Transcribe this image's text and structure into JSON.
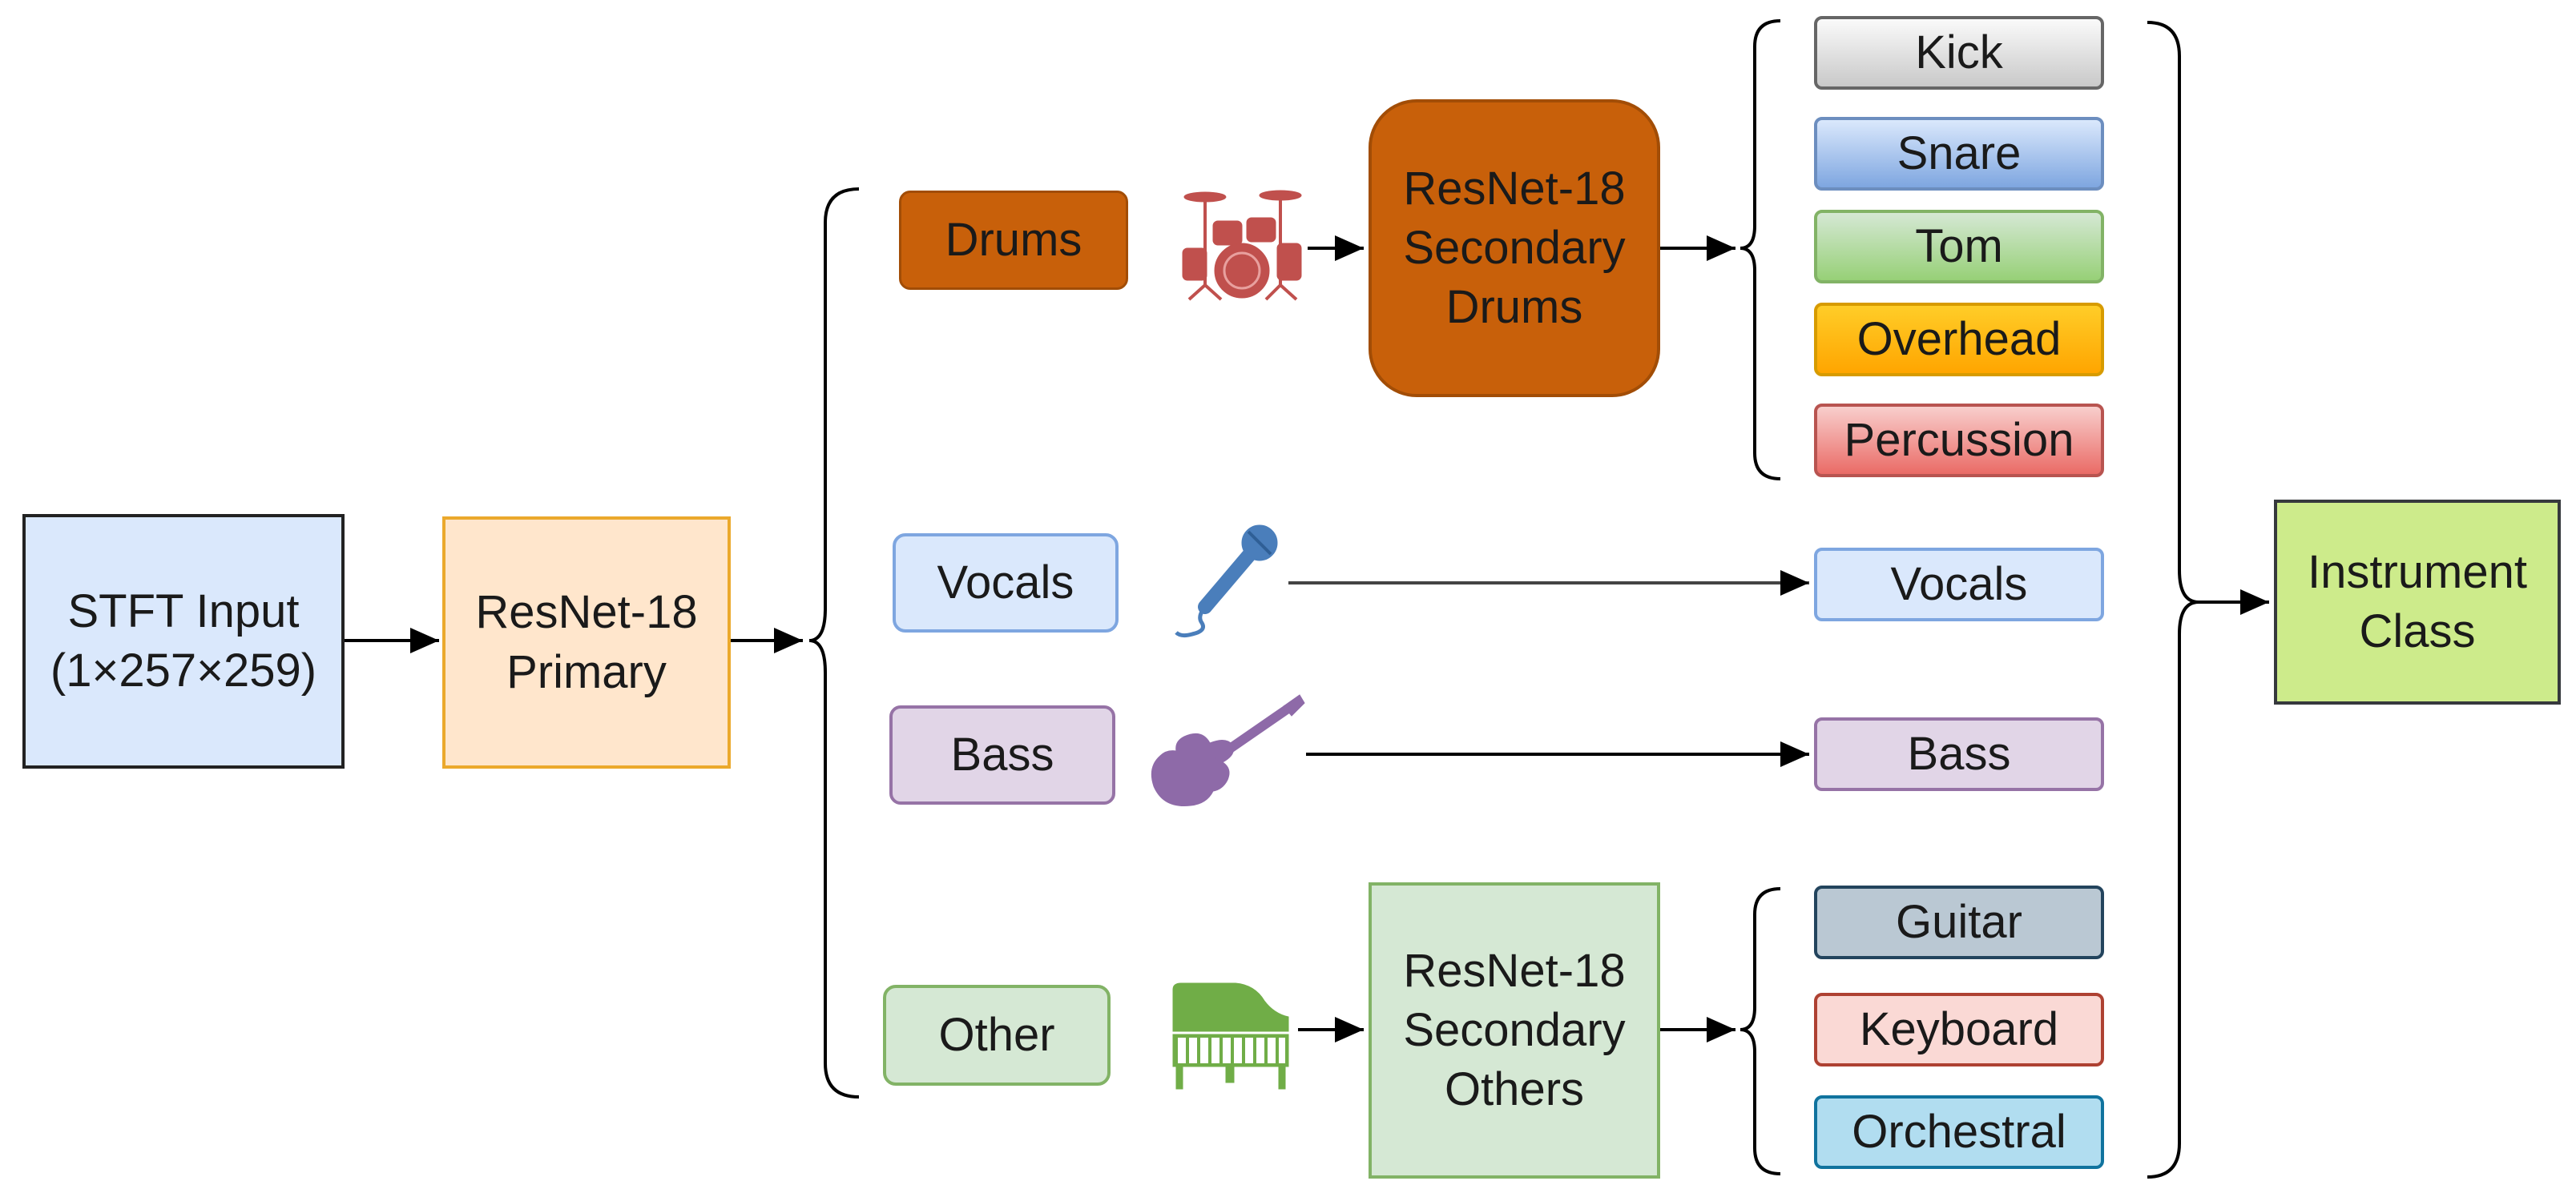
{
  "nodes": {
    "input": {
      "line1": "STFT Input",
      "line2": "(1×257×259)"
    },
    "primary": {
      "line1": "ResNet-18",
      "line2": "Primary"
    },
    "branches": {
      "drums": "Drums",
      "vocals": "Vocals",
      "bass": "Bass",
      "other": "Other"
    },
    "secondary_drums": {
      "line1": "ResNet-18",
      "line2": "Secondary",
      "line3": "Drums"
    },
    "secondary_others": {
      "line1": "ResNet-18",
      "line2": "Secondary",
      "line3": "Others"
    },
    "outputs": {
      "kick": "Kick",
      "snare": "Snare",
      "tom": "Tom",
      "overhead": "Overhead",
      "percussion": "Percussion",
      "vocals": "Vocals",
      "bass": "Bass",
      "guitar": "Guitar",
      "keyboard": "Keyboard",
      "orchestral": "Orchestral"
    },
    "final": {
      "line1": "Instrument",
      "line2": "Class"
    }
  },
  "icons": {
    "drums": "drum-kit-icon",
    "vocals": "microphone-icon",
    "bass": "electric-guitar-icon",
    "other": "piano-icon"
  },
  "colors": {
    "drum_icon": "#c0504d",
    "mic_icon": "#4a7ebb",
    "guitar_icon": "#8e6aa8",
    "piano_icon": "#70ad47",
    "drums_fill": "#c8600a"
  }
}
